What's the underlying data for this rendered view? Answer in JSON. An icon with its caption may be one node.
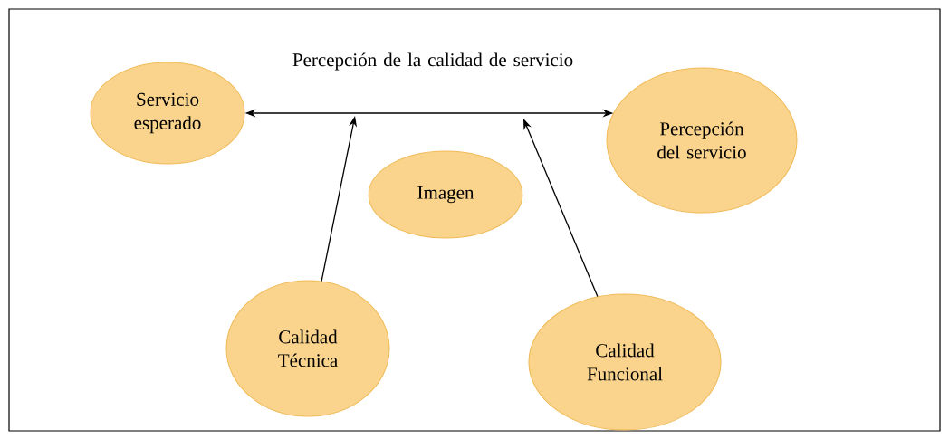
{
  "diagram": {
    "nodes": [
      {
        "text": [
          "Servicio esperado"
        ]
      },
      {
        "text": [
          "Percepción del servicio"
        ]
      },
      {
        "text": [
          "Imagen"
        ]
      },
      {
        "text": [
          "Calidad Técnica"
        ]
      },
      {
        "text": [
          "Calidad Funcional"
        ]
      }
    ],
    "edges": [
      {
        "from": 0,
        "to": 1,
        "arrow": "both",
        "label": "Percepción de la calidad de servicio"
      },
      {
        "from": 3,
        "to": null,
        "arrow": "to"
      },
      {
        "from": 4,
        "to": null,
        "arrow": "to"
      }
    ]
  }
}
